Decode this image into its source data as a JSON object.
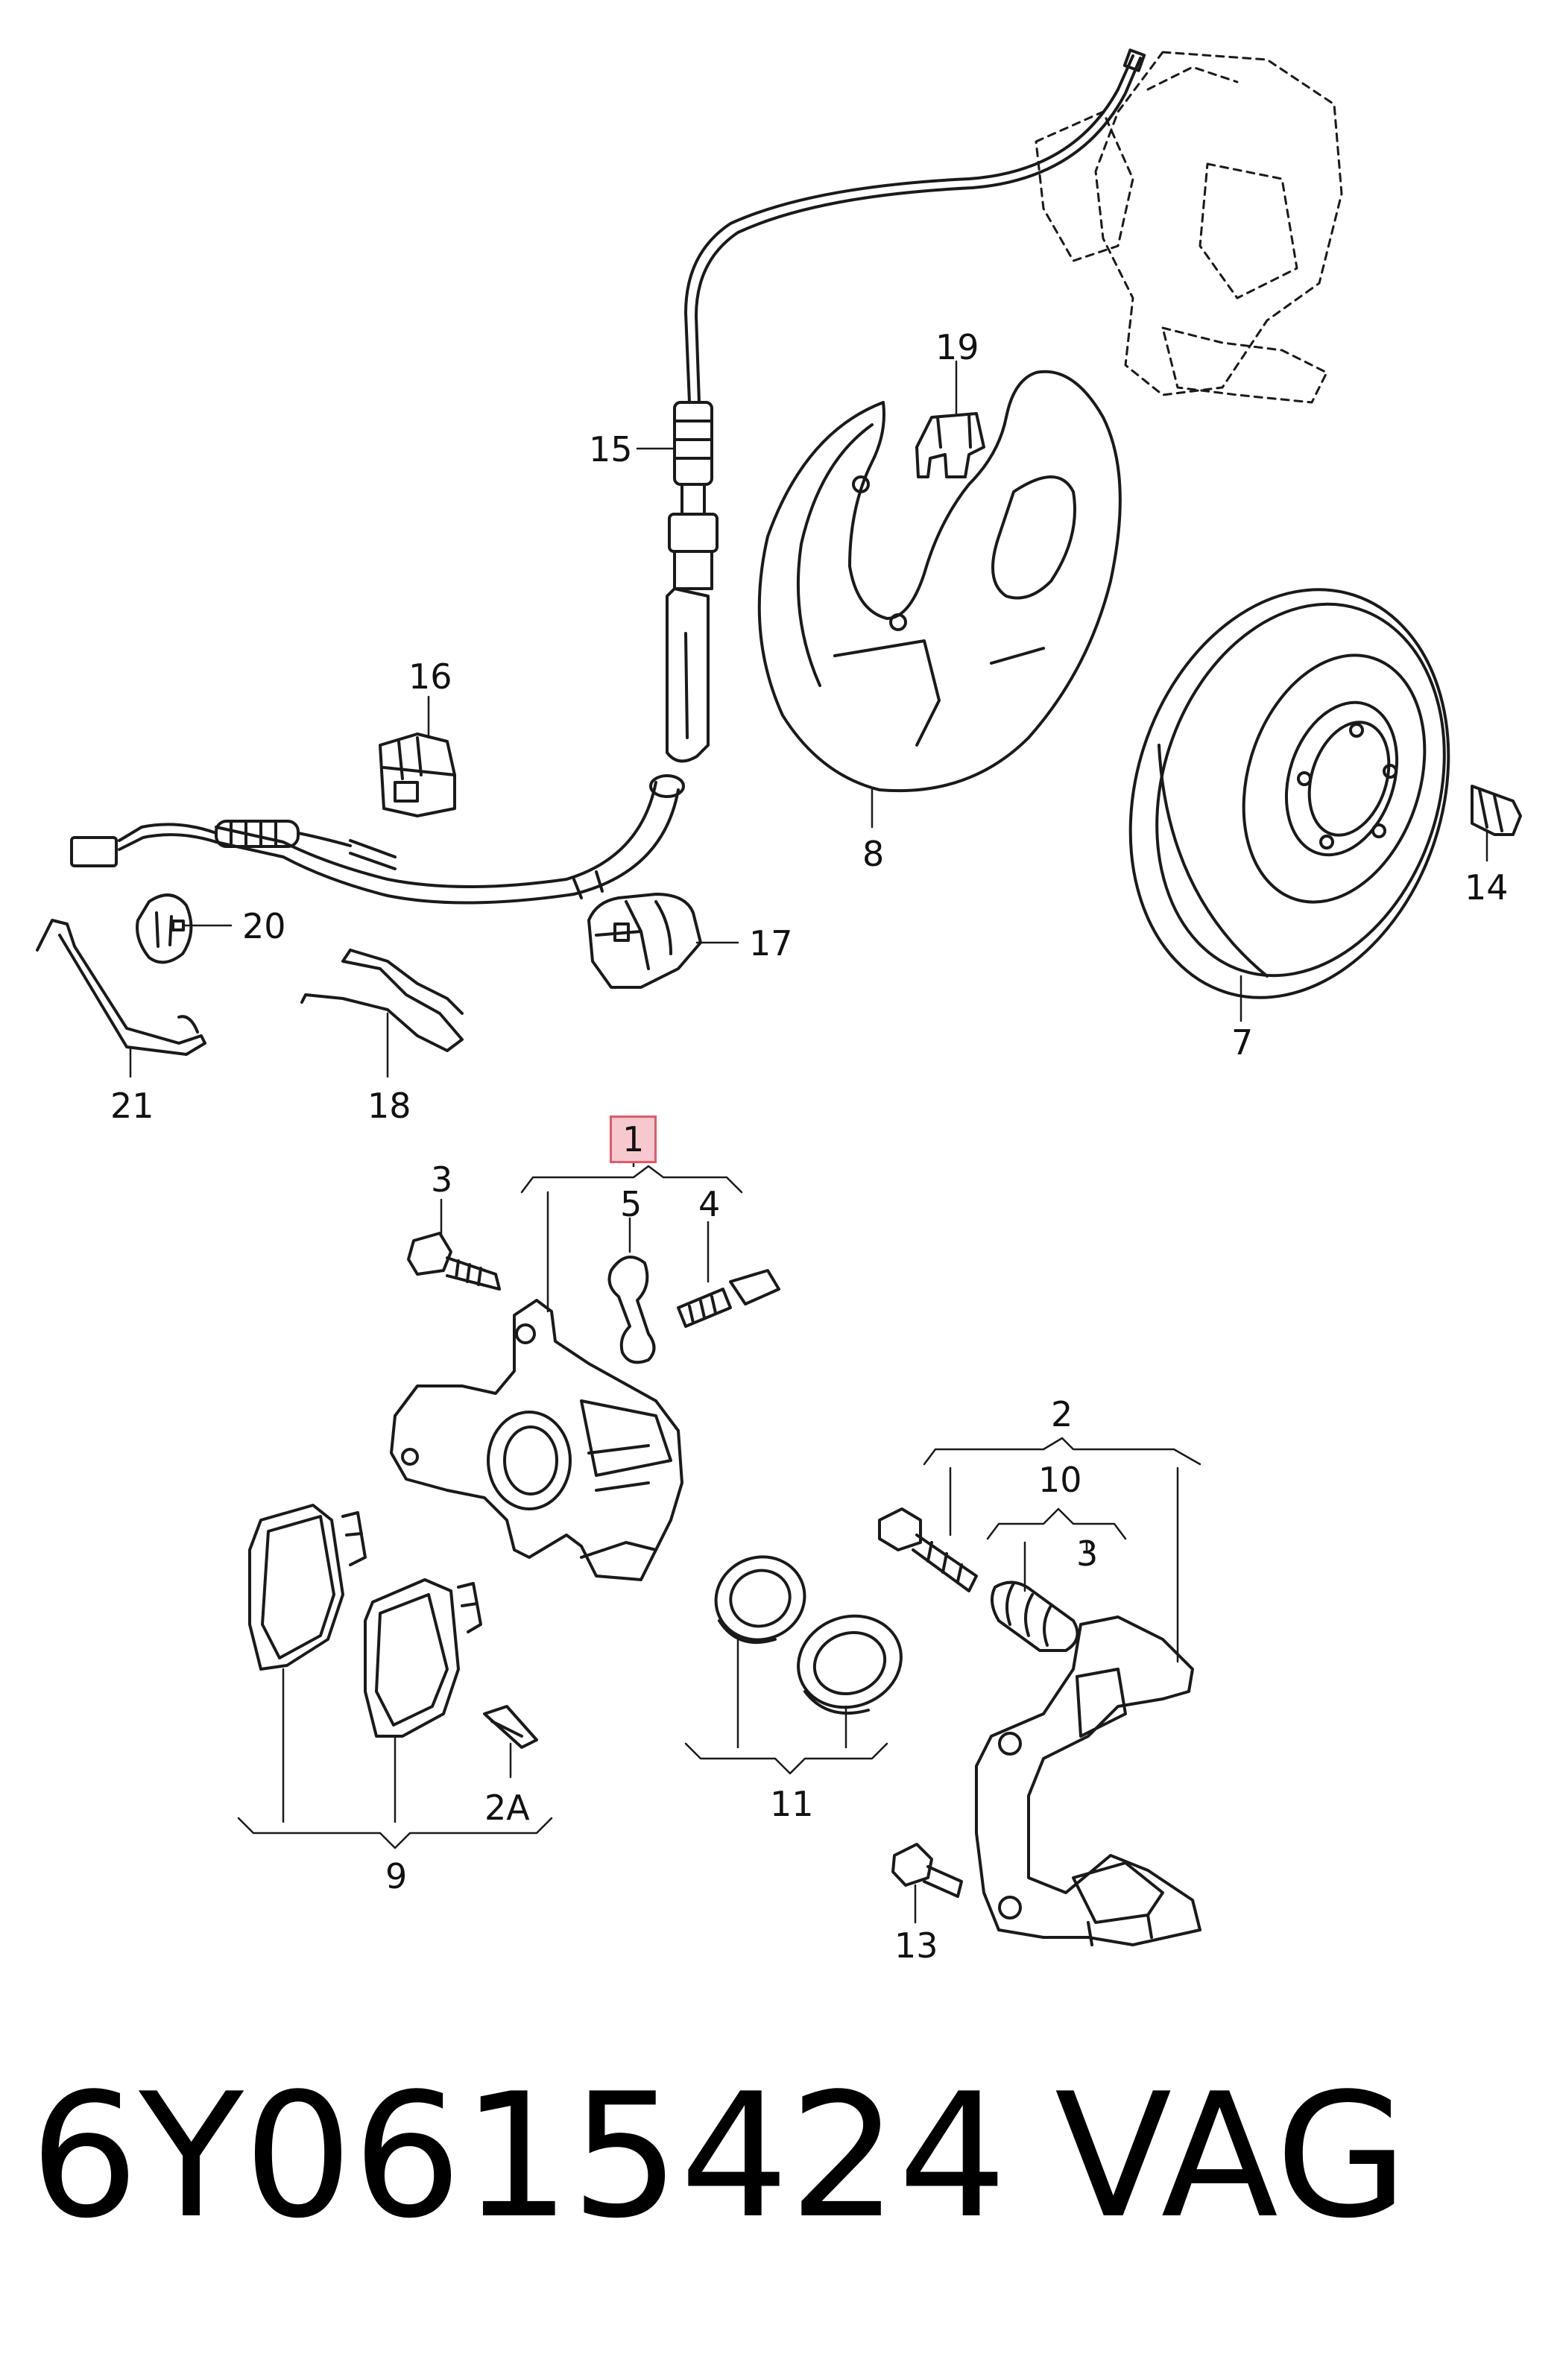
{
  "callouts": {
    "c1": "1",
    "c2": "2",
    "c2a": "2A",
    "c3a": "3",
    "c3b": "3",
    "c4": "4",
    "c5": "5",
    "c7": "7",
    "c8": "8",
    "c9": "9",
    "c10": "10",
    "c11": "11",
    "c13": "13",
    "c14": "14",
    "c15": "15",
    "c16": "16",
    "c17": "17",
    "c18": "18",
    "c19": "19",
    "c20": "20",
    "c21": "21"
  },
  "footer": {
    "part_number": "6Y0615424",
    "brand": "VAG"
  },
  "colors": {
    "line": "#1a1a1a",
    "highlight_border": "#e05a6a",
    "highlight_fill": "#f7c9cf"
  }
}
